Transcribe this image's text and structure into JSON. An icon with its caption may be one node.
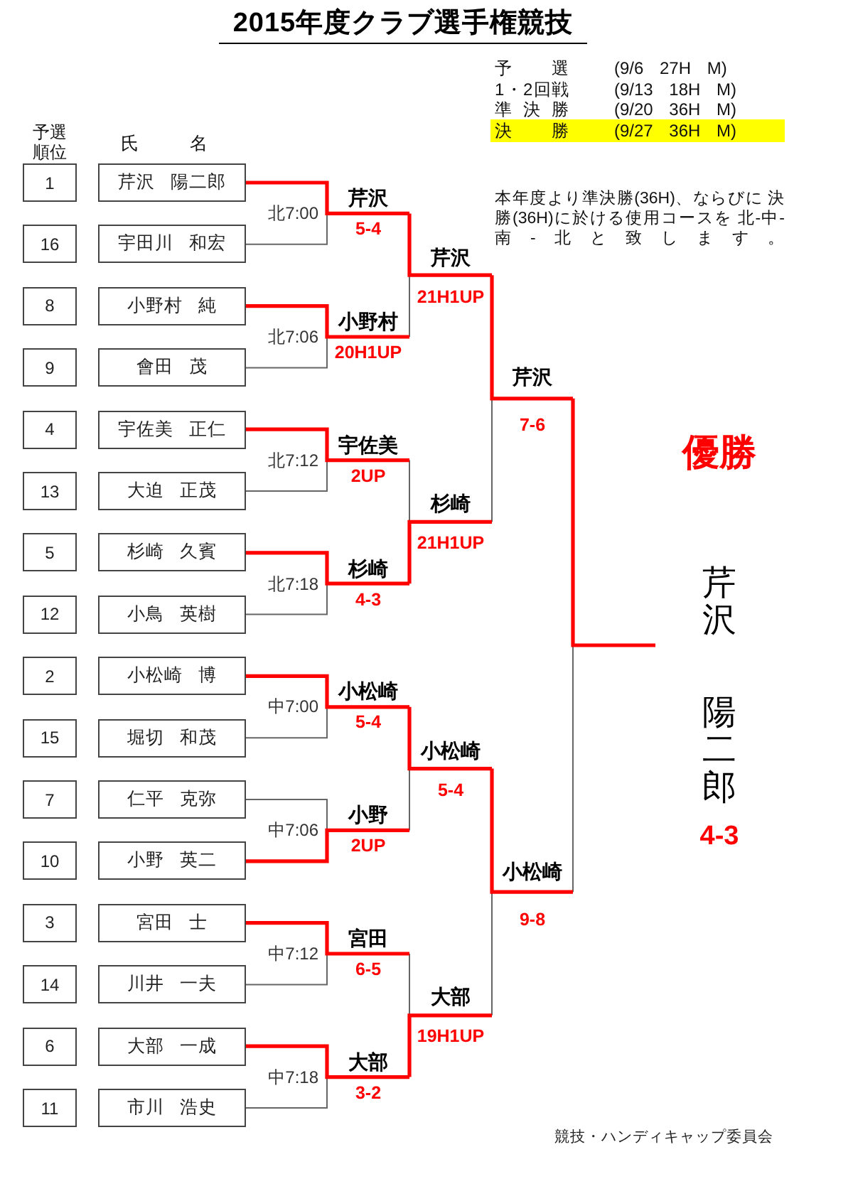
{
  "diagram": {
    "title": "2015年度クラブ選手権競技",
    "nodes": [
      {
        "text": [
          "1"
        ]
      },
      {
        "text": [
          "芹沢 陽二郎"
        ]
      },
      {
        "text": [
          "16"
        ]
      },
      {
        "text": [
          "宇田川 和宏"
        ]
      },
      {
        "text": [
          "8"
        ]
      },
      {
        "text": [
          "小野村 純"
        ]
      },
      {
        "text": [
          "9"
        ]
      },
      {
        "text": [
          "會田 茂"
        ]
      },
      {
        "text": [
          "4"
        ]
      },
      {
        "text": [
          "宇佐美 正仁"
        ]
      },
      {
        "text": [
          "13"
        ]
      },
      {
        "text": [
          "大迫 正茂"
        ]
      },
      {
        "text": [
          "5"
        ]
      },
      {
        "text": [
          "杉崎 久賓"
        ]
      },
      {
        "text": [
          "12"
        ]
      },
      {
        "text": [
          "小鳥 英樹"
        ]
      },
      {
        "text": [
          "2"
        ]
      },
      {
        "text": [
          "小松崎 博"
        ]
      },
      {
        "text": [
          "15"
        ]
      },
      {
        "text": [
          "堀切 和茂"
        ]
      },
      {
        "text": [
          "7"
        ]
      },
      {
        "text": [
          "仁平 克弥"
        ]
      },
      {
        "text": [
          "10"
        ]
      },
      {
        "text": [
          "小野 英二"
        ]
      },
      {
        "text": [
          "3"
        ]
      },
      {
        "text": [
          "宮田 士"
        ]
      },
      {
        "text": [
          "14"
        ]
      },
      {
        "text": [
          "川井 一夫"
        ]
      },
      {
        "text": [
          "6"
        ]
      },
      {
        "text": [
          "大部 一成"
        ]
      },
      {
        "text": [
          "11"
        ]
      },
      {
        "text": [
          "市川 浩史"
        ]
      },
      {
        "text": [
          "芹沢"
        ],
        "beside": [
          "5-4"
        ]
      },
      {
        "text": [
          "小野村"
        ],
        "beside": [
          "20H1UP"
        ]
      },
      {
        "text": [
          "宇佐美"
        ],
        "beside": [
          "2UP"
        ]
      },
      {
        "text": [
          "杉崎"
        ],
        "beside": [
          "4-3"
        ]
      },
      {
        "text": [
          "小松崎"
        ],
        "beside": [
          "5-4"
        ]
      },
      {
        "text": [
          "小野"
        ],
        "beside": [
          "2UP"
        ]
      },
      {
        "text": [
          "宮田"
        ],
        "beside": [
          "6-5"
        ]
      },
      {
        "text": [
          "大部"
        ],
        "beside": [
          "3-2"
        ]
      },
      {
        "text": [
          "芹沢"
        ],
        "beside": [
          "21H1UP"
        ]
      },
      {
        "text": [
          "杉崎"
        ],
        "beside": [
          "21H1UP"
        ]
      },
      {
        "text": [
          "小松崎"
        ],
        "beside": [
          "5-4"
        ]
      },
      {
        "text": [
          "大部"
        ],
        "beside": [
          "19H1UP"
        ]
      },
      {
        "text": [
          "芹沢"
        ],
        "beside": [
          "7-6"
        ]
      },
      {
        "text": [
          "小松崎"
        ],
        "beside": [
          "9-8"
        ]
      },
      {
        "text": [
          "芹沢",
          "陽二郎"
        ],
        "beside": [
          "4-3"
        ]
      }
    ],
    "edges": [
      {
        "from": 1,
        "to": 32,
        "arrow": "none",
        "style": "thick",
        "color": "#ff0000"
      },
      {
        "from": 3,
        "to": 32,
        "arrow": "none",
        "color": "#666666"
      },
      {
        "from": 5,
        "to": 33,
        "arrow": "none",
        "style": "thick",
        "color": "#ff0000"
      },
      {
        "from": 7,
        "to": 33,
        "arrow": "none",
        "color": "#666666"
      },
      {
        "from": 9,
        "to": 34,
        "arrow": "none",
        "style": "thick",
        "color": "#ff0000"
      },
      {
        "from": 11,
        "to": 34,
        "arrow": "none",
        "color": "#666666"
      },
      {
        "from": 13,
        "to": 35,
        "arrow": "none",
        "style": "thick",
        "color": "#ff0000"
      },
      {
        "from": 15,
        "to": 35,
        "arrow": "none",
        "color": "#666666"
      },
      {
        "from": 17,
        "to": 36,
        "arrow": "none",
        "style": "thick",
        "color": "#ff0000"
      },
      {
        "from": 19,
        "to": 36,
        "arrow": "none",
        "color": "#666666"
      },
      {
        "from": 21,
        "to": 37,
        "arrow": "none",
        "color": "#666666"
      },
      {
        "from": 23,
        "to": 37,
        "arrow": "none",
        "style": "thick",
        "color": "#ff0000"
      },
      {
        "from": 25,
        "to": 38,
        "arrow": "none",
        "style": "thick",
        "color": "#ff0000"
      },
      {
        "from": 27,
        "to": 38,
        "arrow": "none",
        "color": "#666666"
      },
      {
        "from": 29,
        "to": 39,
        "arrow": "none",
        "style": "thick",
        "color": "#ff0000"
      },
      {
        "from": 31,
        "to": 39,
        "arrow": "none",
        "color": "#666666"
      },
      {
        "from": 32,
        "to": 40,
        "arrow": "none",
        "style": "thick",
        "color": "#ff0000"
      },
      {
        "from": 33,
        "to": 40,
        "arrow": "none",
        "color": "#666666"
      },
      {
        "from": 34,
        "to": 41,
        "arrow": "none",
        "color": "#666666"
      },
      {
        "from": 35,
        "to": 41,
        "arrow": "none",
        "style": "thick",
        "color": "#ff0000"
      },
      {
        "from": 36,
        "to": 42,
        "arrow": "none",
        "style": "thick",
        "color": "#ff0000"
      },
      {
        "from": 37,
        "to": 42,
        "arrow": "none",
        "color": "#666666"
      },
      {
        "from": 38,
        "to": 43,
        "arrow": "none",
        "color": "#666666"
      },
      {
        "from": 39,
        "to": 43,
        "arrow": "none",
        "style": "thick",
        "color": "#ff0000"
      },
      {
        "from": 40,
        "to": 44,
        "arrow": "none",
        "style": "thick",
        "color": "#ff0000"
      },
      {
        "from": 41,
        "to": 44,
        "arrow": "none",
        "color": "#666666"
      },
      {
        "from": 42,
        "to": 45,
        "arrow": "none",
        "style": "thick",
        "color": "#ff0000"
      },
      {
        "from": 43,
        "to": 45,
        "arrow": "none",
        "color": "#666666"
      },
      {
        "from": 44,
        "to": 46,
        "arrow": "none",
        "style": "thick",
        "color": "#ff0000"
      },
      {
        "from": 45,
        "to": 46,
        "arrow": "none",
        "color": "#666666"
      }
    ],
    "labels": [
      "予選",
      "(9/6 27H M)",
      "1・2回戦",
      "(9/13 18H M)",
      "準決勝",
      "(9/20 36H M)",
      "決勝",
      "(9/27 36H M)",
      "予選順位",
      "氏 名",
      "本年度より準決勝(36H)、ならびに 決勝(36H)に於ける使用コースを 北-中-南-北と致します。",
      "北7:00",
      "北7:06",
      "北7:12",
      "北7:18",
      "中7:00",
      "中7:06",
      "中7:12",
      "中7:18",
      "優勝",
      "競技・ハンディキャップ委員会"
    ]
  }
}
